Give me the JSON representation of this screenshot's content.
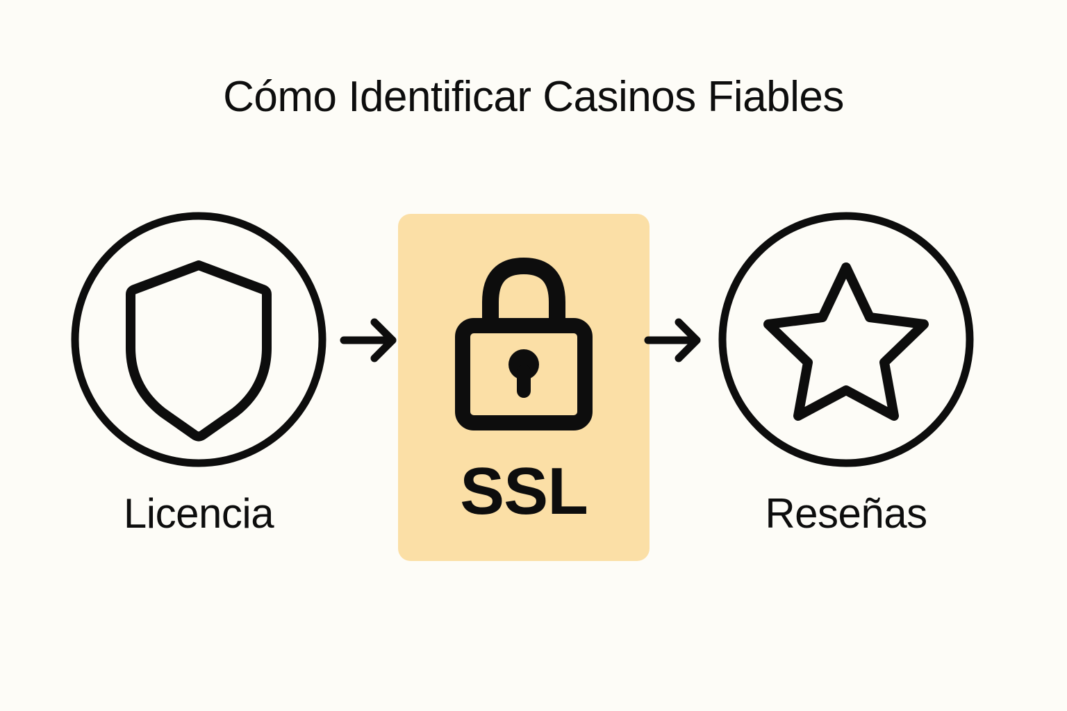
{
  "page": {
    "title": "Cómo Identificar Casinos Fiables",
    "background_color": "#fdfcf7",
    "text_color": "#0d0d0d",
    "accent_color": "#fbdfa6"
  },
  "flow": {
    "steps": [
      {
        "id": "licencia",
        "label": "Licencia",
        "icon": "shield-icon",
        "style": "outlined-circle"
      },
      {
        "id": "ssl",
        "label": "SSL",
        "icon": "padlock-icon",
        "style": "filled-card",
        "card_color": "#fbdfa6"
      },
      {
        "id": "resenas",
        "label": "Reseñas",
        "icon": "star-icon",
        "style": "outlined-circle"
      }
    ],
    "connectors": [
      {
        "id": "arrow-1",
        "from": "licencia",
        "to": "ssl",
        "icon": "arrow-right-icon"
      },
      {
        "id": "arrow-2",
        "from": "ssl",
        "to": "resenas",
        "icon": "arrow-right-icon"
      }
    ]
  }
}
